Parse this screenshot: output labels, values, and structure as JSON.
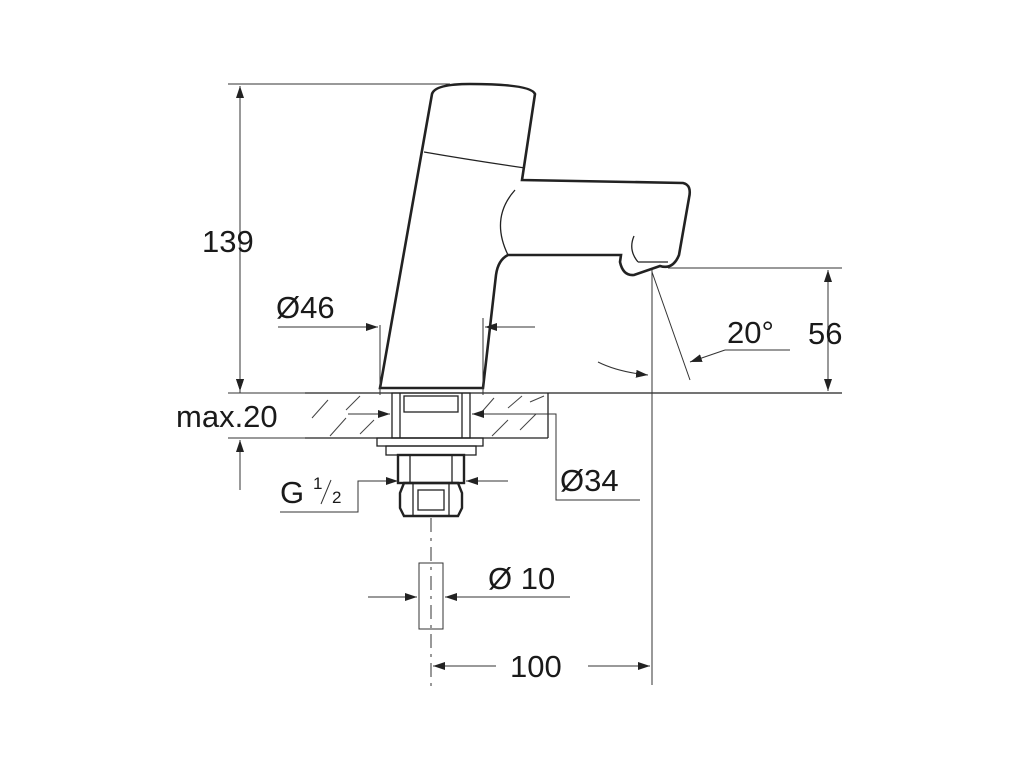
{
  "dimensions": {
    "height_total": "139",
    "body_diameter": "Ø46",
    "mount_max": "max.20",
    "thread_g": "G",
    "thread_num": "1",
    "thread_den": "2",
    "shank_diameter": "Ø34",
    "pipe_diameter": "Ø 10",
    "spout_reach": "100",
    "spout_angle": "20°",
    "spout_height": "56"
  }
}
